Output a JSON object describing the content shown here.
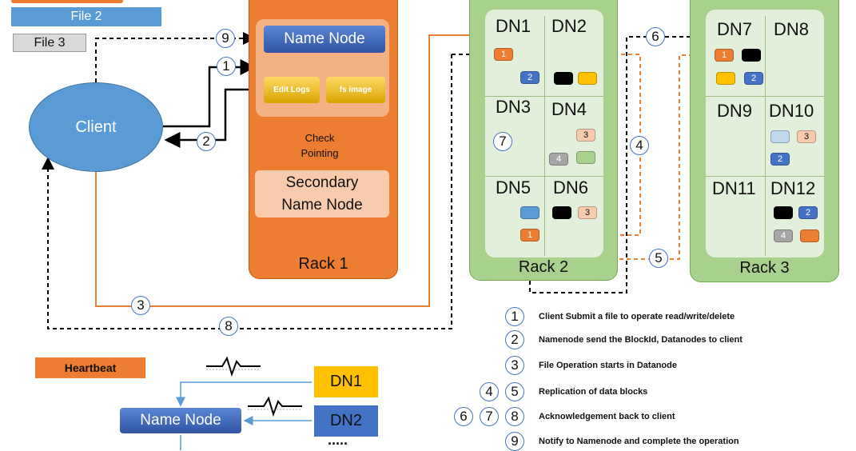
{
  "files": {
    "file2": "File 2",
    "file3": "File 3"
  },
  "client": "Client",
  "rack1": {
    "name_node": "Name Node",
    "edit_logs": "Edit Logs",
    "fs_image": "fs image",
    "check_pointing_line1": "Check",
    "check_pointing_line2": "Pointing",
    "secondary_line1": "Secondary",
    "secondary_line2": "Name Node",
    "label": "Rack 1"
  },
  "rack2": {
    "label": "Rack 2",
    "dns": [
      "DN1",
      "DN2",
      "DN3",
      "DN4",
      "DN5",
      "DN6"
    ]
  },
  "rack3": {
    "label": "Rack 3",
    "dns": [
      "DN7",
      "DN8",
      "DN9",
      "DN10",
      "DN11",
      "DN12"
    ]
  },
  "blocks": {
    "b1": "1",
    "b2": "2",
    "b3": "3",
    "b4": "4"
  },
  "steps": {
    "s1": "1",
    "s2": "2",
    "s3": "3",
    "s4": "4",
    "s5": "5",
    "s6": "6",
    "s7": "7",
    "s8": "8",
    "s9": "9"
  },
  "legend": [
    {
      "nums": [
        "1"
      ],
      "text": "Client Submit a file to operate read/write/delete"
    },
    {
      "nums": [
        "2"
      ],
      "text": "Namenode send the BlockId,  Datanodes to client"
    },
    {
      "nums": [
        "3"
      ],
      "text": "File Operation starts in Datanode"
    },
    {
      "nums": [
        "4",
        "5"
      ],
      "text": "Replication  of data blocks"
    },
    {
      "nums": [
        "6",
        "7",
        "8"
      ],
      "text": "Acknowledgement back to client"
    },
    {
      "nums": [
        "9"
      ],
      "text": "Notify to Namenode and complete the operation"
    }
  ],
  "heartbeat": {
    "title": "Heartbeat",
    "name_node": "Name Node",
    "dn1": "DN1",
    "dn2": "DN2",
    "more": "....."
  },
  "colors": {
    "orange": "#ed7d31",
    "rack_green": "#a9d18e",
    "rack_inner": "#e2efda",
    "blue": "#4472c4",
    "client_blue": "#5b9bd5",
    "dn_yellow": "#ffc000"
  }
}
